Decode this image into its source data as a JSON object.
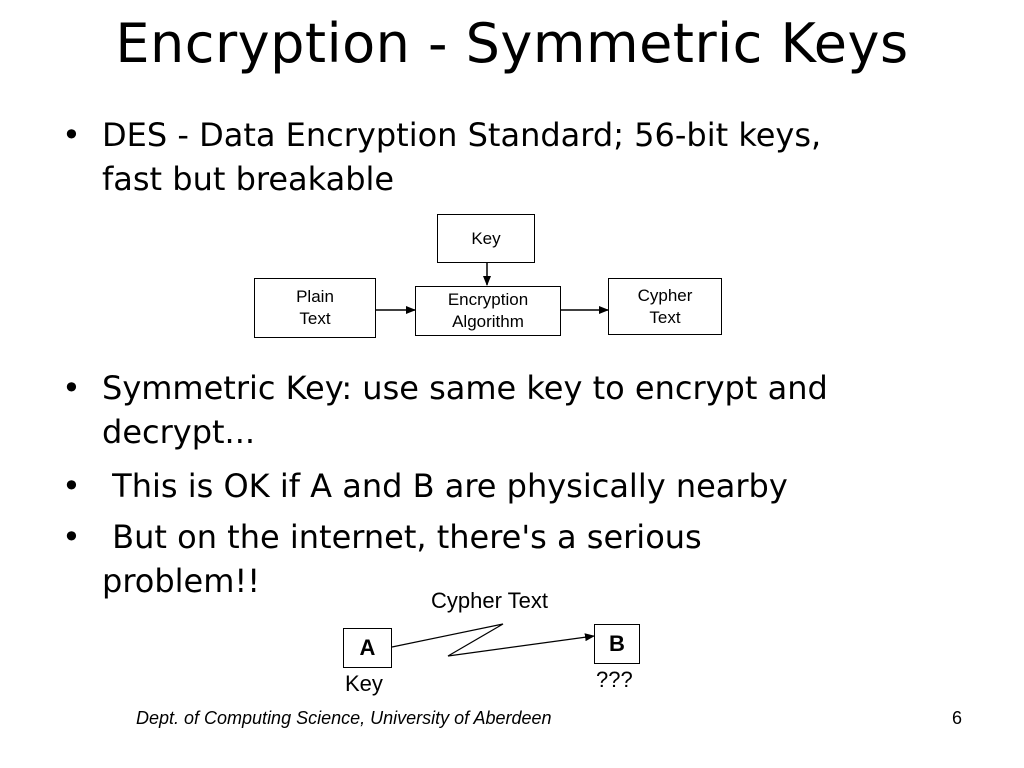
{
  "slide": {
    "title": "Encryption - Symmetric Keys",
    "bullets": [
      {
        "marker": "•",
        "text": "DES - Data Encryption Standard; 56-bit keys,\nfast but breakable"
      },
      {
        "marker": "•",
        "text": "Symmetric Key: use same key to encrypt and\ndecrypt..."
      },
      {
        "marker": "•",
        "text": " This is OK if A and B are physically nearby"
      },
      {
        "marker": "•",
        "text": " But on the internet, there's a serious\nproblem!!"
      }
    ]
  },
  "diagram1": {
    "key_box": "Key",
    "plain_text_box": [
      "Plain",
      "Text"
    ],
    "algorithm_box": [
      "Encryption",
      "Algorithm"
    ],
    "cypher_text_box": [
      "Cypher",
      "Text"
    ]
  },
  "diagram2": {
    "channel_label": "Cypher Text",
    "party_a": "A",
    "party_b": "B",
    "a_caption": "Key",
    "b_caption": "???"
  },
  "footer": {
    "department": "Dept. of Computing Science, University of Aberdeen",
    "page_number": "6"
  }
}
